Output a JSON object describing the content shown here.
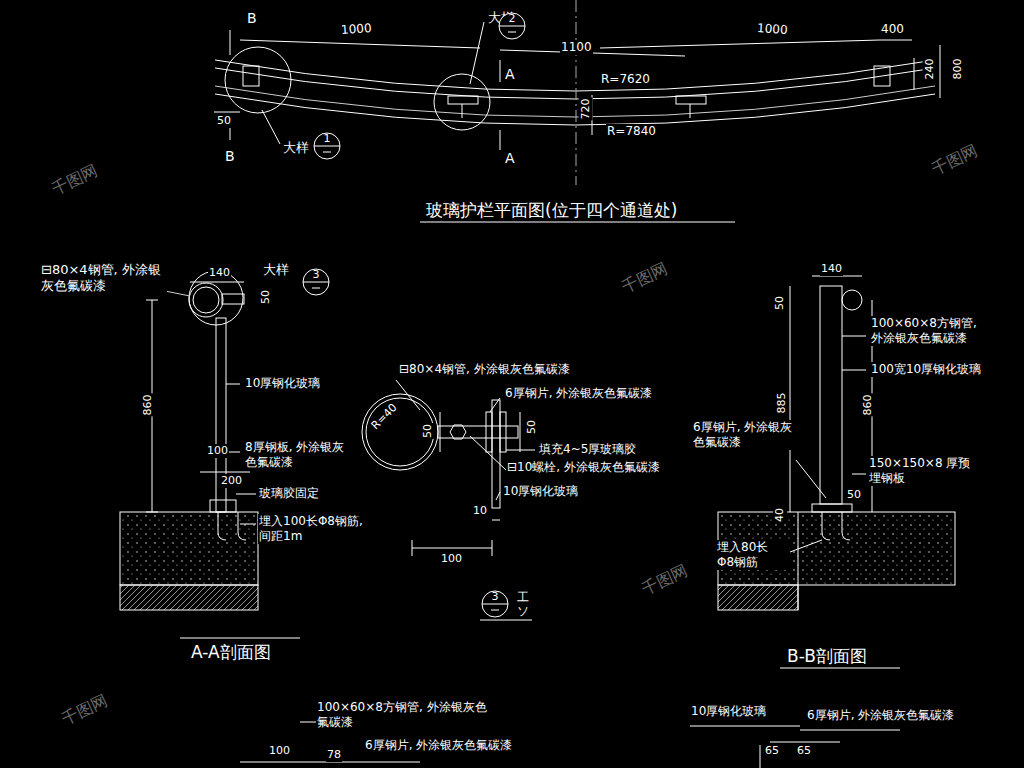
{
  "diagram": {
    "title": "玻璃护栏平面图(位于四个通道处)",
    "nodes": [
      {
        "text": [
          "2"
        ]
      },
      {
        "text": [
          "1"
        ]
      },
      {
        "text": [
          "3"
        ]
      },
      {
        "text": [
          "3"
        ]
      }
    ],
    "labels": [
      "B",
      "1000",
      "大样",
      "1100",
      "1000",
      "400",
      "240",
      "800",
      "A",
      "R=7620",
      "720",
      "R=7840",
      "A",
      "50",
      "B",
      "大样",
      "⊟80×4钢管, 外涂银灰色氟碳漆",
      "140",
      "50",
      "大样",
      "860",
      "10厚钢化玻璃",
      "100",
      "8厚钢板, 外涂银灰色氟碳漆",
      "200",
      "玻璃胶固定",
      "埋入100长Φ8钢筋, 间距1m",
      "A-A剖面图",
      "⊟80×4钢管, 外涂银灰色氟碳漆",
      "6厚钢片, 外涂银灰色氟碳漆",
      "R=40",
      "50",
      "50",
      "填充4~5厚玻璃胶",
      "⊟10螺栓, 外涂银灰色氟碳漆",
      "10厚钢化玻璃",
      "10",
      "100",
      "工",
      "ソ",
      "140",
      "50",
      "100×60×8方钢管, 外涂银灰色氟碳漆",
      "100宽10厚钢化玻璃",
      "885",
      "860",
      "6厚钢片, 外涂银灰色氟碳漆",
      "150×150×8 厚预埋钢板",
      "50",
      "40",
      "埋入80长 Φ8钢筋",
      "B-B剖面图",
      "100×60×8方钢管, 外涂银灰色氟碳漆",
      "100",
      "78",
      "6厚钢片, 外涂银灰色氟碳漆",
      "10厚钢化玻璃",
      "6厚钢片, 外涂银灰色氟碳漆",
      "65",
      "65",
      "千图网",
      "千图网",
      "千图网",
      "千图网",
      "千图网"
    ]
  }
}
